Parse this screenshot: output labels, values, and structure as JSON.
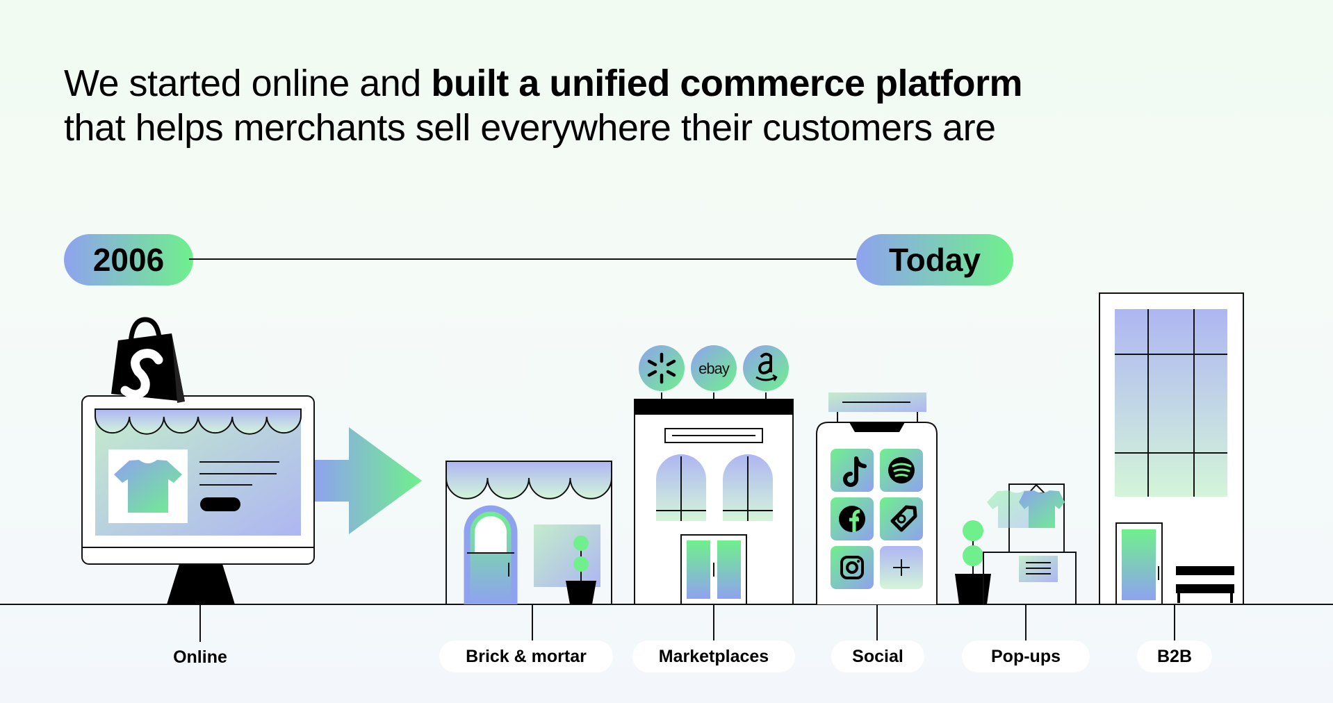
{
  "headline": {
    "part1": "We started online and ",
    "bold": "built a unified commerce platform",
    "line2": "that helps merchants sell everywhere their customers are"
  },
  "timeline": {
    "start_label": "2006",
    "end_label": "Today"
  },
  "marketplace_logos": [
    "walmart-logo",
    "ebay-logo",
    "amazon-logo"
  ],
  "ebay_text": "ebay",
  "social_apps": [
    "tiktok-icon",
    "spotify-icon",
    "facebook-icon",
    "google-shopping-icon",
    "instagram-icon",
    "plus-icon"
  ],
  "channels": {
    "online": "Online",
    "brick": "Brick & mortar",
    "marketplaces": "Marketplaces",
    "social": "Social",
    "popups": "Pop-ups",
    "b2b": "B2B"
  },
  "colors": {
    "gradient_blue": "#8fa2ef",
    "gradient_green": "#6ff08c",
    "ink": "#111111"
  }
}
